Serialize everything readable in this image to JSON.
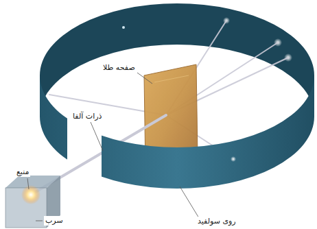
{
  "diagram": {
    "labels": [
      "صفحه طلا",
      "ذرات آلفا",
      "منبع",
      "روی سولفید",
      "سرب"
    ]
  }
}
